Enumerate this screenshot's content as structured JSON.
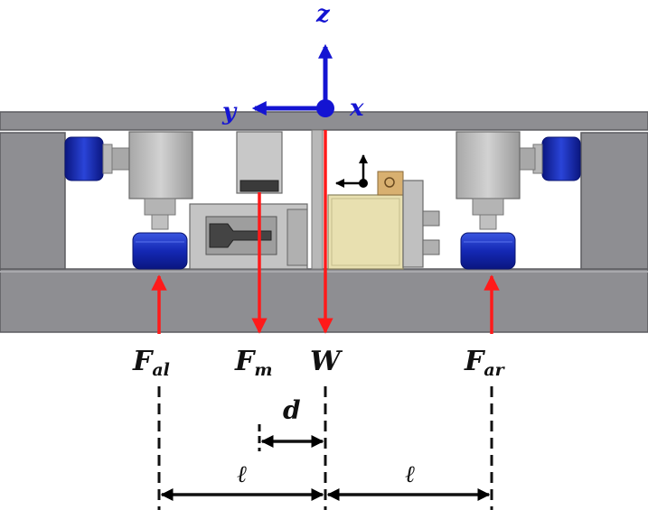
{
  "axes": {
    "z_label": "z",
    "y_label": "y",
    "x_label": "x"
  },
  "forces": {
    "f_al": {
      "main": "F",
      "sub": "al"
    },
    "f_m": {
      "main": "F",
      "sub": "m"
    },
    "w": {
      "main": "W"
    },
    "f_ar": {
      "main": "F",
      "sub": "ar"
    }
  },
  "dimensions": {
    "d_label": "d",
    "left_ell_label": "ℓ",
    "right_ell_label": "ℓ"
  },
  "colors": {
    "force_arrow": "#ff1a1a",
    "axis_arrow": "#1414d2",
    "frame_gray": "#8e8e92",
    "frame_dark": "#66666a",
    "knob_blue": "#1428b4",
    "block_tan": "#e8e0b0"
  }
}
